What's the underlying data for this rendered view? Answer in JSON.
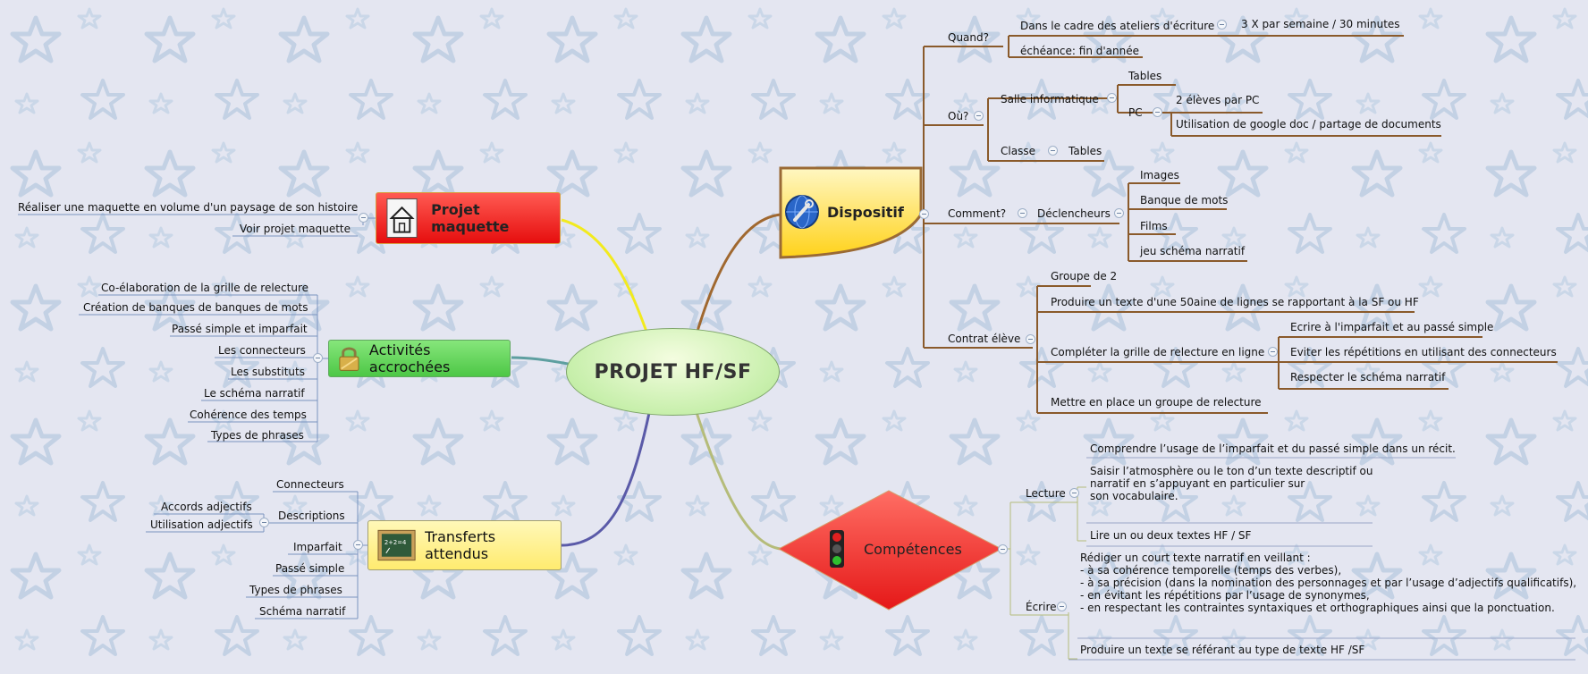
{
  "central": {
    "label": "PROJET HF/SF"
  },
  "branches": {
    "maquette": {
      "label": "Projet maquette",
      "items": [
        "Réaliser une maquette en volume d'un paysage de son histoire",
        "Voir projet maquette"
      ]
    },
    "activites": {
      "label": "Activités accrochées",
      "items": [
        "Co-élaboration de la grille de relecture",
        "Création de banques de banques de mots",
        "Passé simple et imparfait",
        "Les connecteurs",
        "Les substituts",
        "Le schéma narratif",
        "Cohérence des temps",
        "Types de phrases"
      ]
    },
    "transferts": {
      "label": "Transferts attendus",
      "items": {
        "connecteurs": "Connecteurs",
        "descriptions": "Descriptions",
        "accords": "Accords adjectifs",
        "utilisation": "Utilisation adjectifs",
        "imparfait": "Imparfait",
        "passe": "Passé simple",
        "types": "Types de phrases",
        "schema": "Schéma narratif"
      }
    },
    "dispositif": {
      "label": "Dispositif",
      "quand": {
        "label": "Quand?",
        "ateliers": "Dans le cadre des ateliers d'écriture",
        "frequence": "3 X par semaine / 30 minutes",
        "echeance": "échéance: fin d'année"
      },
      "ou": {
        "label": "Où?",
        "salle": "Salle informatique",
        "tables1": "Tables",
        "pc": "PC",
        "eleves": "2 élèves par PC",
        "google": "Utilisation de google doc / partage de documents",
        "classe": "Classe",
        "tables2": "Tables"
      },
      "comment": {
        "label": "Comment?",
        "declencheurs": "Déclencheurs",
        "images": "Images",
        "banque": "Banque de mots",
        "films": "Films",
        "jeu": "jeu schéma narratif"
      },
      "contrat": {
        "label": "Contrat élève",
        "groupe": "Groupe de 2",
        "produire": "Produire un texte d'une 50aine de lignes se rapportant à la SF ou HF",
        "completer": "Compléter la grille de relecture en ligne",
        "ecrire_imparfait": "Ecrire à l'imparfait et au passé simple",
        "eviter": "Eviter les répétitions en utilisant des connecteurs",
        "respecter": "Respecter le schéma narratif",
        "mettre": "Mettre en place un groupe de relecture"
      }
    },
    "competences": {
      "label": "Compétences",
      "lecture": {
        "label": "Lecture",
        "comprendre": "Comprendre l’usage de l’imparfait et du passé simple  dans un récit.",
        "saisir": [
          "Saisir l’atmosphère ou le ton d’un texte descriptif ou",
          "narratif en s’appuyant en particulier sur",
          "son vocabulaire."
        ],
        "lire": "Lire un ou deux textes HF / SF"
      },
      "ecrire": {
        "label": "Écrire",
        "rediger": [
          "Rédiger un court texte narratif en veillant :",
          "- à sa cohérence temporelle (temps des verbes),",
          "- à sa précision (dans la nomination des personnages  et par l’usage d’adjectifs qualificatifs),",
          "- en évitant les répétitions par l’usage de synonymes,",
          "- en respectant les contraintes syntaxiques et orthographiques ainsi que la ponctuation."
        ],
        "produire": "Produire un texte se référant au type de texte HF /SF"
      }
    }
  },
  "colors": {
    "background": "#e4e6f1",
    "stars": "#c3d1e4",
    "brown_line": "#8a5a2b",
    "blue_line": "#7a94c0",
    "yellow_branch": "#f2ea1e",
    "teal_branch": "#5e9fa0",
    "purple_branch": "#5a5aa8",
    "olive_branch": "#b5bc7a"
  }
}
